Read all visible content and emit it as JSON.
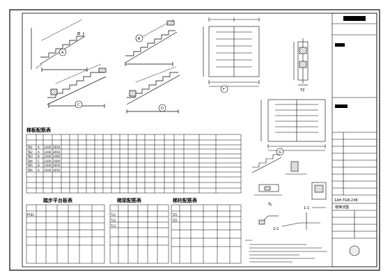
{
  "detail_labels": {
    "flight_a": "A",
    "flight_b": "B",
    "flight_c": "C",
    "flight_d": "D",
    "plan_f": "F",
    "plan_g": "G",
    "column_tz": "TZ",
    "section_11": "1-1",
    "section_22": "2-2",
    "beam_tl": "TL"
  },
  "tables": {
    "flight_table_title": "梯板配筋表",
    "step_table_title": "踏步平台板表",
    "beam_table_title": "梯梁配筋表",
    "column_table_title": "梯柱配筋表",
    "flight_rows": [
      [
        "TB1",
        "A",
        "1200",
        "2650"
      ],
      [
        "TB2",
        "A",
        "1200",
        "2650"
      ],
      [
        "TB3",
        "B",
        "1200",
        "2400"
      ],
      [
        "TB4",
        "C",
        "1200",
        "2400"
      ],
      [
        "TB5",
        "D",
        "1200",
        "2650"
      ],
      [
        "TB6",
        "A",
        "1200",
        "2650"
      ]
    ],
    "beam_rows": [
      [
        "TL1"
      ],
      [
        "TL2"
      ],
      [
        "TL3"
      ]
    ],
    "column_rows": [
      [
        "TZ1"
      ],
      [
        "TZ2"
      ]
    ],
    "step_rows": [
      [
        "PTB1"
      ]
    ]
  },
  "title_block": {
    "drawing_no": "1AH-TGB-23B",
    "sheet_name": "楼梯详图"
  }
}
